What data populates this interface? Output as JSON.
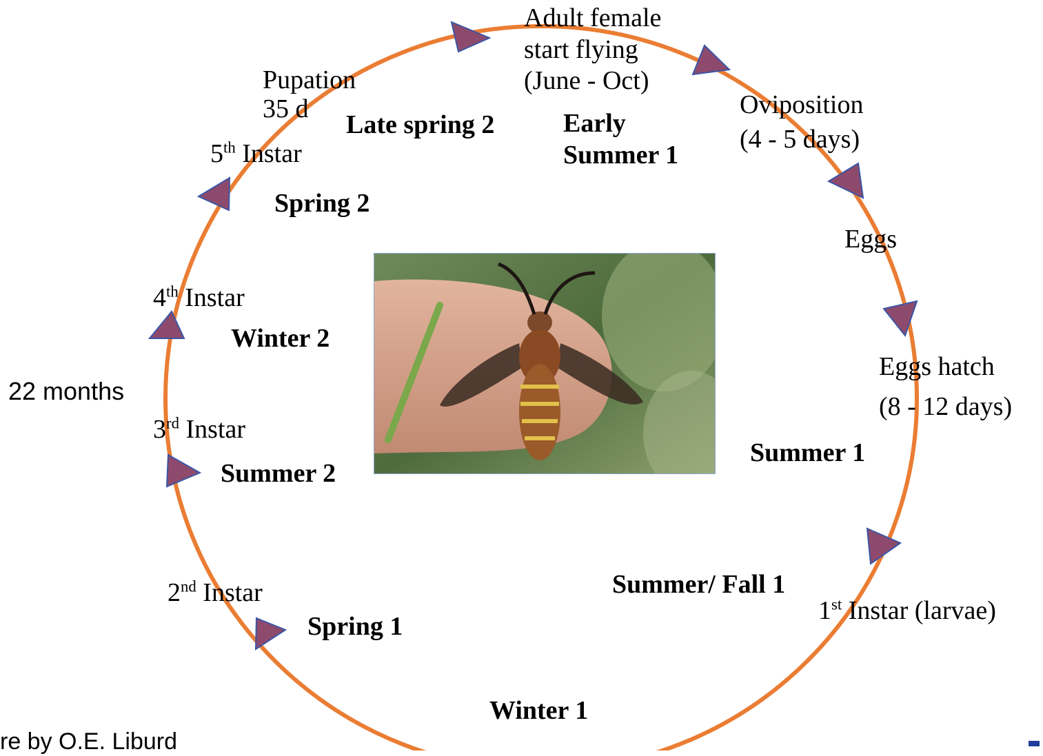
{
  "diagram": {
    "cycle_labels": {
      "adult": [
        "Adult female",
        "start flying",
        "(June - Oct)"
      ],
      "oviposition": [
        "Oviposition",
        "(4 - 5 days)"
      ],
      "eggs": "Eggs",
      "eggs_hatch": [
        "Eggs hatch",
        "(8 - 12 days)"
      ],
      "first_instar": {
        "num": "1",
        "sup": "st",
        "text": "Instar (larvae)"
      },
      "second_instar": {
        "num": "2",
        "sup": "nd",
        "text": "Instar"
      },
      "third_instar": {
        "num": "3",
        "sup": "rd",
        "text": "Instar"
      },
      "fourth_instar": {
        "num": "4",
        "sup": "th",
        "text": "Instar"
      },
      "fifth_instar": {
        "num": "5",
        "sup": "th",
        "text": "Instar"
      },
      "pupation": [
        "Pupation",
        "35 d"
      ]
    },
    "season_labels": {
      "late_spring_2": "Late spring 2",
      "early_summer_1": [
        "Early",
        "Summer 1"
      ],
      "spring_2": "Spring 2",
      "winter_2": "Winter 2",
      "summer_2": "Summer 2",
      "summer_1": "Summer 1",
      "summer_fall_1": "Summer/ Fall 1",
      "spring_1": "Spring 1",
      "winter_1": "Winter 1"
    },
    "duration": "22 months",
    "credit": "re by O.E. Liburd",
    "colors": {
      "circle": "#ea7d33",
      "arrow_fill": "#8e4a6c",
      "arrow_stroke": "#3a55a4",
      "footer_mark": "#1f3d9b"
    },
    "photo": {
      "subject": "clearwing moth on fingertip"
    }
  }
}
